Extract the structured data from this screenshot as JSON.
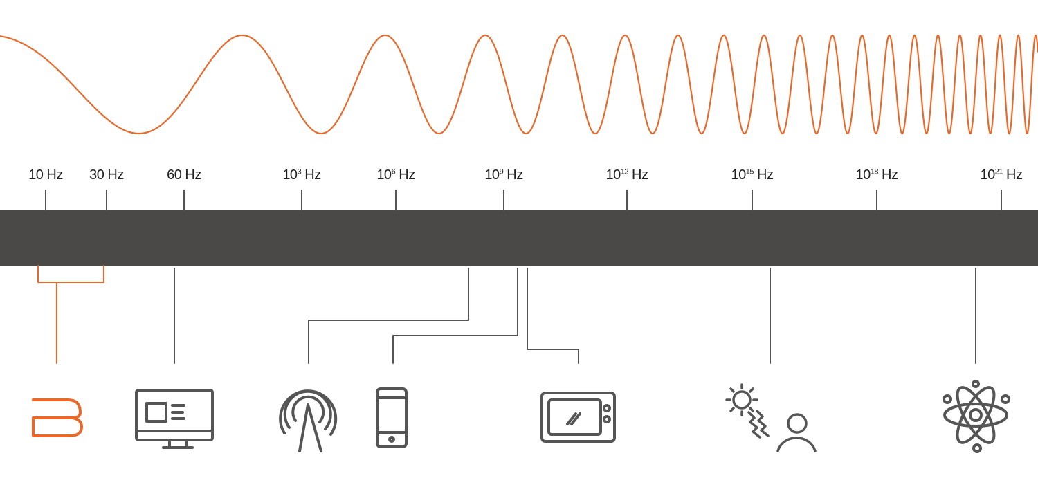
{
  "colors": {
    "wave": "#e8692a",
    "bar": "#4a4948",
    "line": "#555555",
    "accent": "#e8692a"
  },
  "ticks": [
    {
      "base": "10",
      "exp": "",
      "unit": "Hz"
    },
    {
      "base": "30",
      "exp": "",
      "unit": "Hz"
    },
    {
      "base": "60",
      "exp": "",
      "unit": "Hz"
    },
    {
      "base": "10",
      "exp": "3",
      "unit": "Hz"
    },
    {
      "base": "10",
      "exp": "6",
      "unit": "Hz"
    },
    {
      "base": "10",
      "exp": "9",
      "unit": "Hz"
    },
    {
      "base": "10",
      "exp": "12",
      "unit": "Hz"
    },
    {
      "base": "10",
      "exp": "15",
      "unit": "Hz"
    },
    {
      "base": "10",
      "exp": "18",
      "unit": "Hz"
    },
    {
      "base": "10",
      "exp": "21",
      "unit": "Hz"
    }
  ],
  "icons": [
    "brain-waves-icon",
    "computer-monitor-icon",
    "radio-tower-icon",
    "mobile-phone-icon",
    "microwave-oven-icon",
    "sun-uv-person-icon",
    "atom-icon"
  ]
}
